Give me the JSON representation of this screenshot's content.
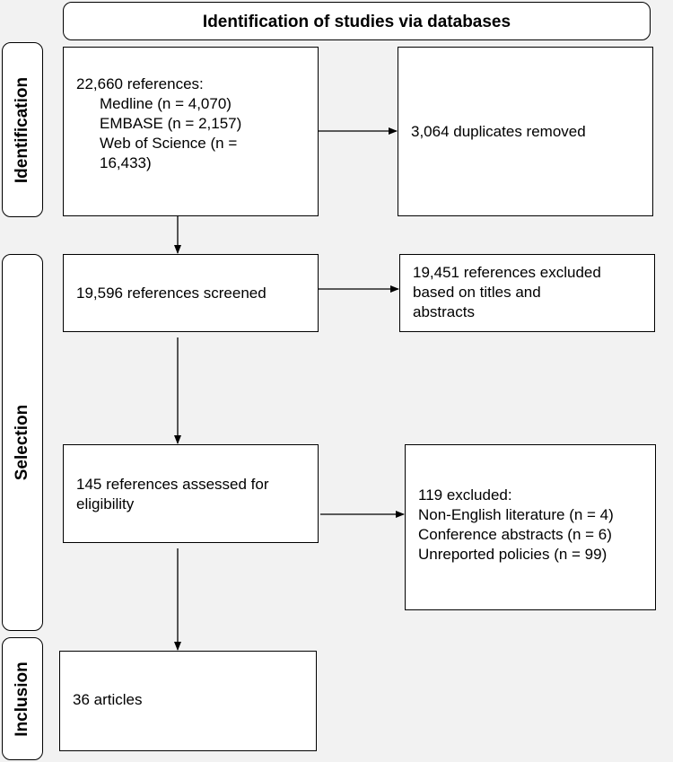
{
  "header": {
    "title": "Identification of studies via databases"
  },
  "stages": {
    "identification": "Identification",
    "selection": "Selection",
    "inclusion": "Inclusion"
  },
  "boxes": {
    "references": {
      "total": "22,660 references:",
      "medline": "Medline (n = 4,070)",
      "embase": "EMBASE (n = 2,157)",
      "wos_line1": "Web of Science (n =",
      "wos_line2": "16,433)"
    },
    "duplicates": "3,064 duplicates removed",
    "screened": "19,596 references screened",
    "excluded_titles": {
      "line1": "19,451 references excluded",
      "line2": "based on titles and",
      "line3": "abstracts"
    },
    "assessed": {
      "line1": "145 references assessed for",
      "line2": "eligibility"
    },
    "excluded_full": {
      "total": "119 excluded:",
      "reason1": "Non-English literature (n = 4)",
      "reason2": "Conference abstracts (n = 6)",
      "reason3": "Unreported policies (n = 99)"
    },
    "included": "36 articles"
  }
}
